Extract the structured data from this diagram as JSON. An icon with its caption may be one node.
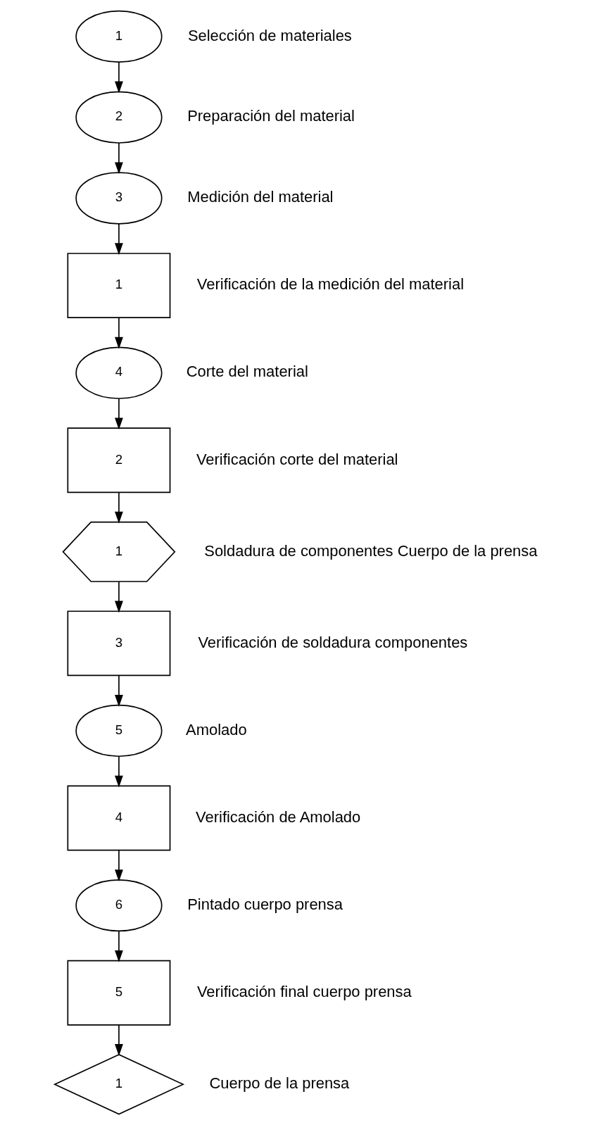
{
  "diagram": {
    "nodes": [
      {
        "text": [
          "1"
        ],
        "beside": [
          "Selección de materiales"
        ]
      },
      {
        "text": [
          "2"
        ],
        "beside": [
          "Preparación del material"
        ]
      },
      {
        "text": [
          "3"
        ],
        "beside": [
          "Medición del material"
        ]
      },
      {
        "text": [
          "1"
        ],
        "beside": [
          "Verificación de la medición del material"
        ]
      },
      {
        "text": [
          "4"
        ],
        "beside": [
          "Corte del material"
        ]
      },
      {
        "text": [
          "2"
        ],
        "beside": [
          "Verificación corte del material"
        ]
      },
      {
        "text": [
          "1"
        ],
        "beside": [
          "Soldadura de componentes Cuerpo de la prensa"
        ]
      },
      {
        "text": [
          "3"
        ],
        "beside": [
          "Verificación de soldadura componentes"
        ]
      },
      {
        "text": [
          "5"
        ],
        "beside": [
          "Amolado"
        ]
      },
      {
        "text": [
          "4"
        ],
        "beside": [
          "Verificación de Amolado"
        ]
      },
      {
        "text": [
          "6"
        ],
        "beside": [
          "Pintado cuerpo prensa"
        ]
      },
      {
        "text": [
          "5"
        ],
        "beside": [
          "Verificación final cuerpo prensa"
        ]
      },
      {
        "text": [
          "1"
        ],
        "beside": [
          "Cuerpo de la prensa"
        ]
      }
    ],
    "edges": [
      {
        "from": 0,
        "to": 1,
        "arrow": "to"
      },
      {
        "from": 1,
        "to": 2,
        "arrow": "to"
      },
      {
        "from": 2,
        "to": 3,
        "arrow": "to"
      },
      {
        "from": 3,
        "to": 4,
        "arrow": "to"
      },
      {
        "from": 4,
        "to": 5,
        "arrow": "to"
      },
      {
        "from": 5,
        "to": 6,
        "arrow": "to"
      },
      {
        "from": 6,
        "to": 7,
        "arrow": "to"
      },
      {
        "from": 7,
        "to": 8,
        "arrow": "to"
      },
      {
        "from": 8,
        "to": 9,
        "arrow": "to"
      },
      {
        "from": 9,
        "to": 10,
        "arrow": "to"
      },
      {
        "from": 10,
        "to": 11,
        "arrow": "to"
      },
      {
        "from": 11,
        "to": 12,
        "arrow": "to"
      }
    ]
  }
}
